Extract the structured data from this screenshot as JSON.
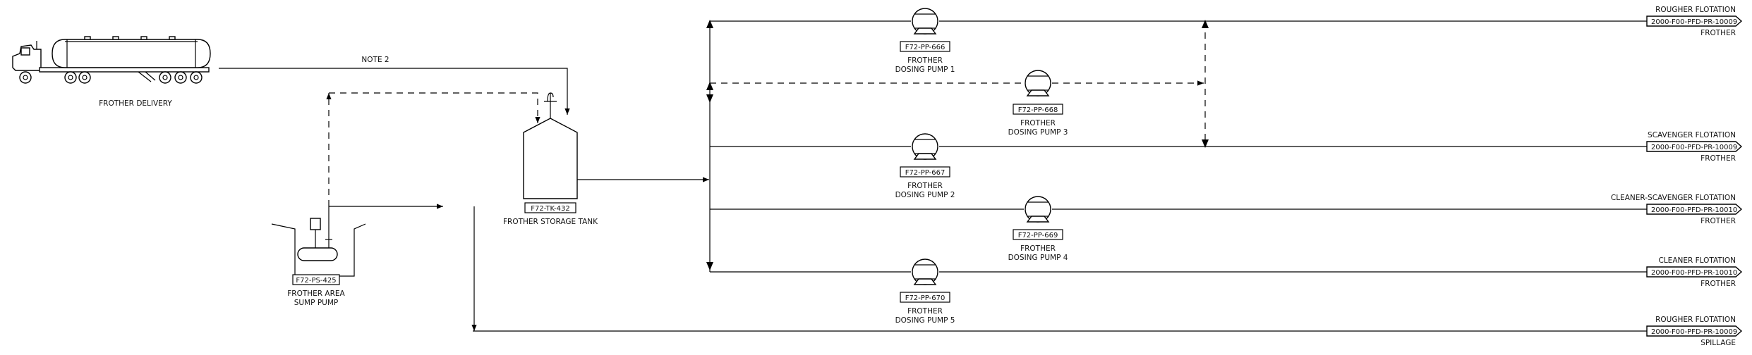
{
  "truck": {
    "label": "FROTHER DELIVERY"
  },
  "note": {
    "label": "NOTE 2"
  },
  "tank": {
    "tag": "F72-TK-432",
    "label": "FROTHER STORAGE TANK"
  },
  "sump": {
    "tag": "F72-PS-425",
    "label_line1": "FROTHER AREA",
    "label_line2": "SUMP PUMP"
  },
  "pumps": [
    {
      "tag": "F72-PP-666",
      "line1": "FROTHER",
      "line2": "DOSING PUMP 1"
    },
    {
      "tag": "F72-PP-668",
      "line1": "FROTHER",
      "line2": "DOSING PUMP 3"
    },
    {
      "tag": "F72-PP-667",
      "line1": "FROTHER",
      "line2": "DOSING PUMP 2"
    },
    {
      "tag": "F72-PP-669",
      "line1": "FROTHER",
      "line2": "DOSING PUMP 4"
    },
    {
      "tag": "F72-PP-670",
      "line1": "FROTHER",
      "line2": "DOSING PUMP 5"
    }
  ],
  "offpage": [
    {
      "top": "ROUGHER FLOTATION",
      "ref": "2000-F00-PFD-PR-10009",
      "bottom": "FROTHER"
    },
    {
      "top": "SCAVENGER FLOTATION",
      "ref": "2000-F00-PFD-PR-10009",
      "bottom": "FROTHER"
    },
    {
      "top": "CLEANER-SCAVENGER FLOTATION",
      "ref": "2000-F00-PFD-PR-10010",
      "bottom": "FROTHER"
    },
    {
      "top": "CLEANER FLOTATION",
      "ref": "2000-F00-PFD-PR-10010",
      "bottom": "FROTHER"
    },
    {
      "top": "ROUGHER FLOTATION",
      "ref": "2000-F00-PFD-PR-10009",
      "bottom": "SPILLAGE"
    }
  ]
}
